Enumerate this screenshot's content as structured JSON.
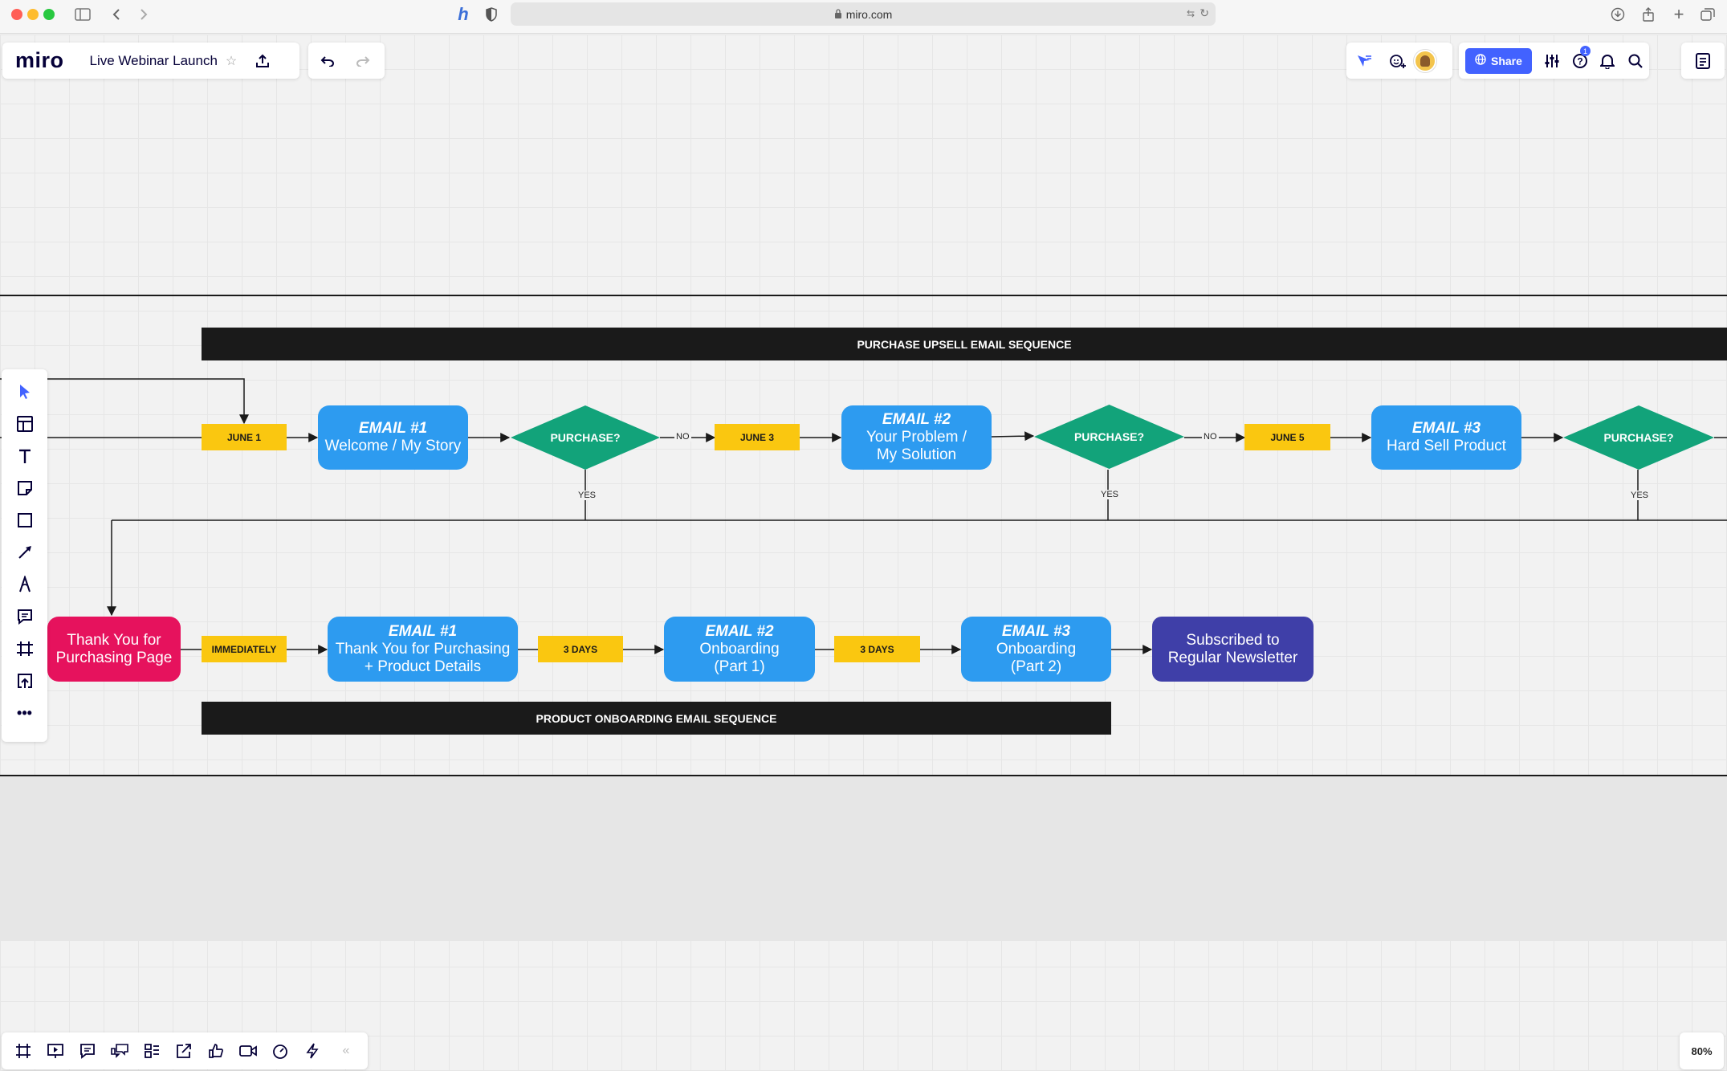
{
  "browser": {
    "url": "miro.com",
    "colors": {
      "close": "#ff5f57",
      "minimize": "#febc2e",
      "zoom": "#28c840"
    }
  },
  "app": {
    "logo": "miro",
    "board_title": "Live Webinar Launch",
    "share_label": "Share",
    "help_badge": "1",
    "zoom_level": "80%"
  },
  "icons": {
    "left_tools": [
      "select-icon",
      "templates-icon",
      "text-icon",
      "sticky-note-icon",
      "shape-icon",
      "connection-line-icon",
      "pen-icon",
      "comment-icon",
      "frame-icon",
      "upload-icon",
      "more-icon"
    ],
    "bottom_tools": [
      "frames-icon",
      "presentation-icon",
      "comments-icon",
      "chat-icon",
      "cards-icon",
      "share-screen-icon",
      "reactions-icon",
      "video-icon",
      "timer-icon",
      "voting-icon",
      "collapse-icon"
    ]
  },
  "diagram": {
    "upsell_header": "PURCHASE UPSELL EMAIL SEQUENCE",
    "onboarding_header": "PRODUCT ONBOARDING EMAIL SEQUENCE",
    "top_row": {
      "date1": "JUNE 1",
      "email1_title": "EMAIL #1",
      "email1_body": "Welcome / My Story",
      "decision1": "PURCHASE?",
      "no1": "NO",
      "date2": "JUNE 3",
      "email2_title": "EMAIL #2",
      "email2_body": "Your Problem / My Solution",
      "decision2": "PURCHASE?",
      "no2": "NO",
      "date3": "JUNE 5",
      "email3_title": "EMAIL #3",
      "email3_body": "Hard Sell Product",
      "decision3": "PURCHASE?",
      "yes1": "YES",
      "yes2": "YES",
      "yes3": "YES"
    },
    "bottom_row": {
      "thank_you": "Thank You for Purchasing Page",
      "timing1": "IMMEDIATELY",
      "email1_title": "EMAIL #1",
      "email1_body": "Thank You for Purchasing + Product Details",
      "timing2": "3 DAYS",
      "email2_title": "EMAIL #2",
      "email2_body": "Onboarding (Part 1)",
      "timing3": "3 DAYS",
      "email3_title": "EMAIL #3",
      "email3_body": "Onboarding (Part 2)",
      "final": "Subscribed to Regular Newsletter"
    },
    "colors": {
      "email": "#2d9bf0",
      "decision": "#12a37a",
      "label": "#fac710",
      "thank_you": "#e6125d",
      "newsletter": "#3f3fa8",
      "header_bar": "#1a1a1a"
    }
  }
}
